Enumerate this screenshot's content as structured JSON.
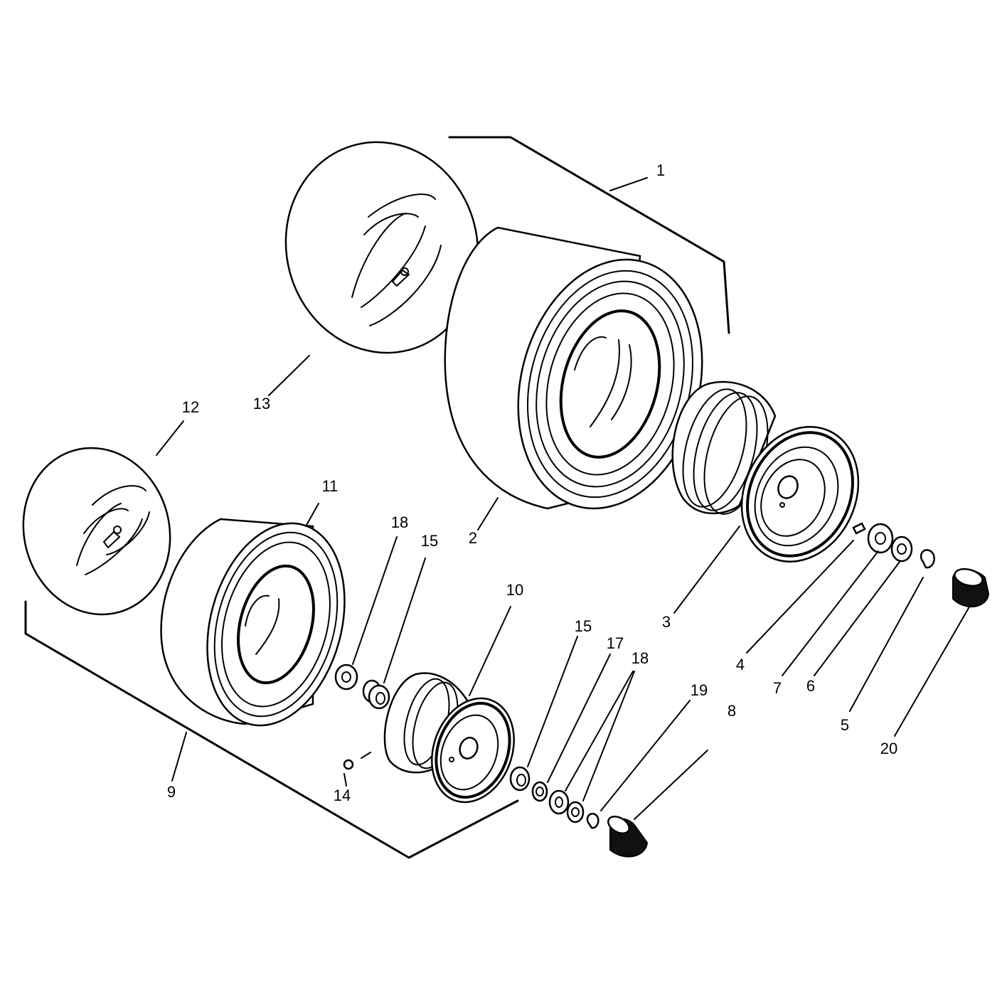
{
  "callouts": {
    "c1": "1",
    "c2": "2",
    "c3": "3",
    "c4": "4",
    "c5": "5",
    "c6": "6",
    "c7": "7",
    "c8": "8",
    "c9": "9",
    "c10": "10",
    "c11": "11",
    "c12": "12",
    "c13": "13",
    "c14": "14",
    "c15a": "15",
    "c15b": "15",
    "c17": "17",
    "c18a": "18",
    "c18b": "18",
    "c19": "19",
    "c20": "20"
  }
}
